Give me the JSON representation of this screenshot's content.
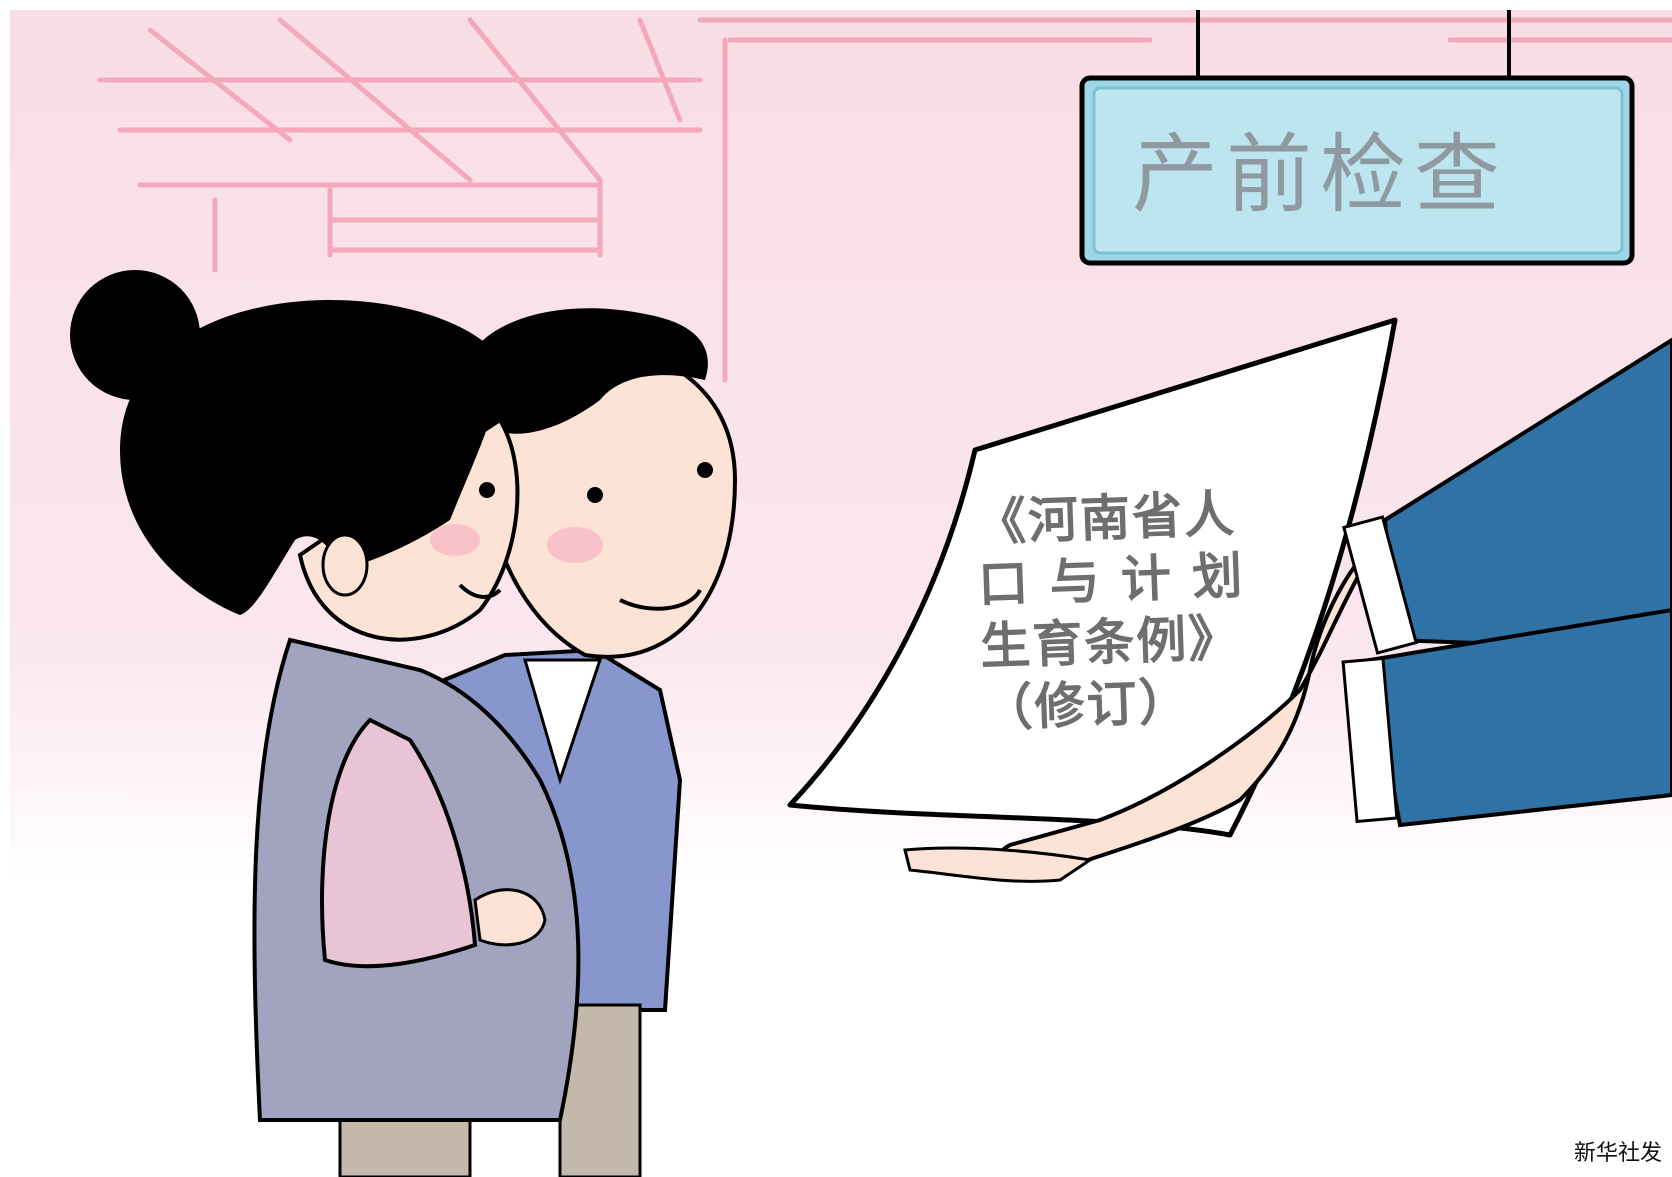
{
  "sign": {
    "text": "产前检查"
  },
  "document": {
    "lines": [
      "《河南省人",
      "口 与 计 划",
      "生育条例》",
      "（修订）"
    ]
  },
  "credit": "新华社发",
  "colors": {
    "wall_pink": "#f9dde6",
    "sign_fill": "#b8e2ee",
    "woman_dress": "#a2a3bf",
    "man_suit": "#8797cd",
    "official_sleeve": "#2f73a6",
    "skin": "#fde3d6",
    "hair": "#000000"
  }
}
